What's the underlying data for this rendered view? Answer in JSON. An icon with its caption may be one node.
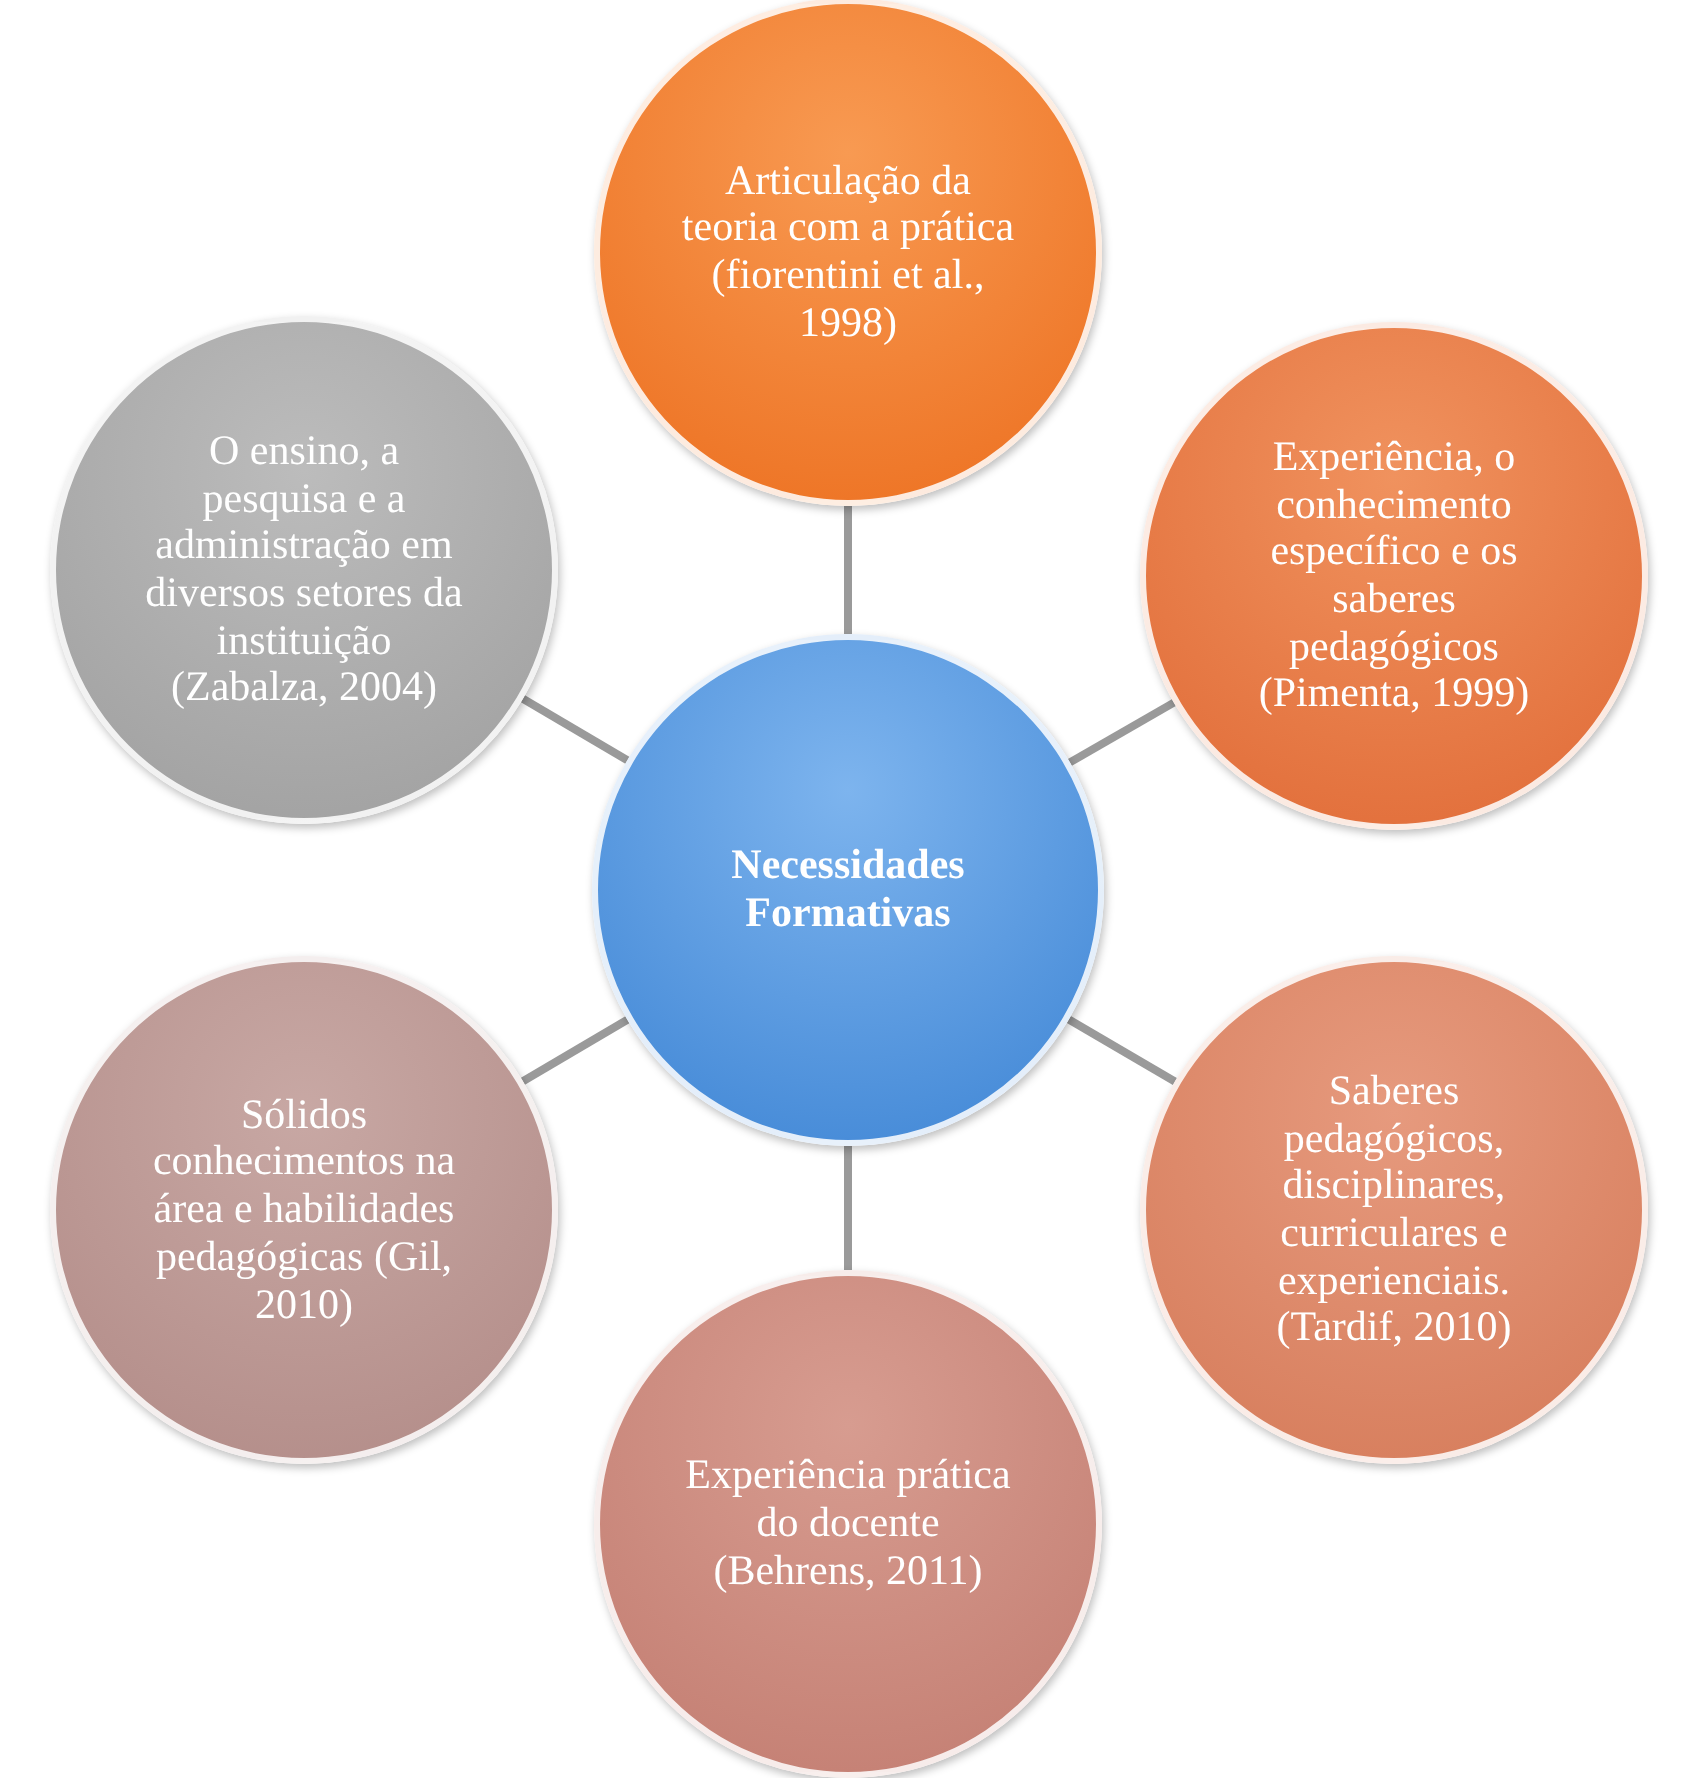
{
  "diagram": {
    "nodes": [
      {
        "text": [
          "Necessidades Formativas"
        ]
      },
      {
        "text": [
          "Articulação da teoria com a prática (fiorentini et al., 1998)"
        ]
      },
      {
        "text": [
          "Experiência, o conhecimento específico e os saberes pedagógicos (Pimenta, 1999)"
        ]
      },
      {
        "text": [
          "Saberes pedagógicos, disciplinares, curriculares e experienciais. (Tardif, 2010)"
        ]
      },
      {
        "text": [
          "Experiência prática do docente (Behrens, 2011)"
        ]
      },
      {
        "text": [
          "Sólidos conhecimentos na área e habilidades pedagógicas (Gil, 2010)"
        ]
      },
      {
        "text": [
          "O ensino, a pesquisa e a administração em diversos setores da instituição (Zabalza, 2004)"
        ]
      }
    ],
    "edges": [
      {
        "from": 0,
        "to": 1,
        "arrow": "none"
      },
      {
        "from": 0,
        "to": 2,
        "arrow": "none"
      },
      {
        "from": 0,
        "to": 3,
        "arrow": "none"
      },
      {
        "from": 0,
        "to": 4,
        "arrow": "none"
      },
      {
        "from": 0,
        "to": 5,
        "arrow": "none"
      },
      {
        "from": 0,
        "to": 6,
        "arrow": "none"
      }
    ]
  }
}
